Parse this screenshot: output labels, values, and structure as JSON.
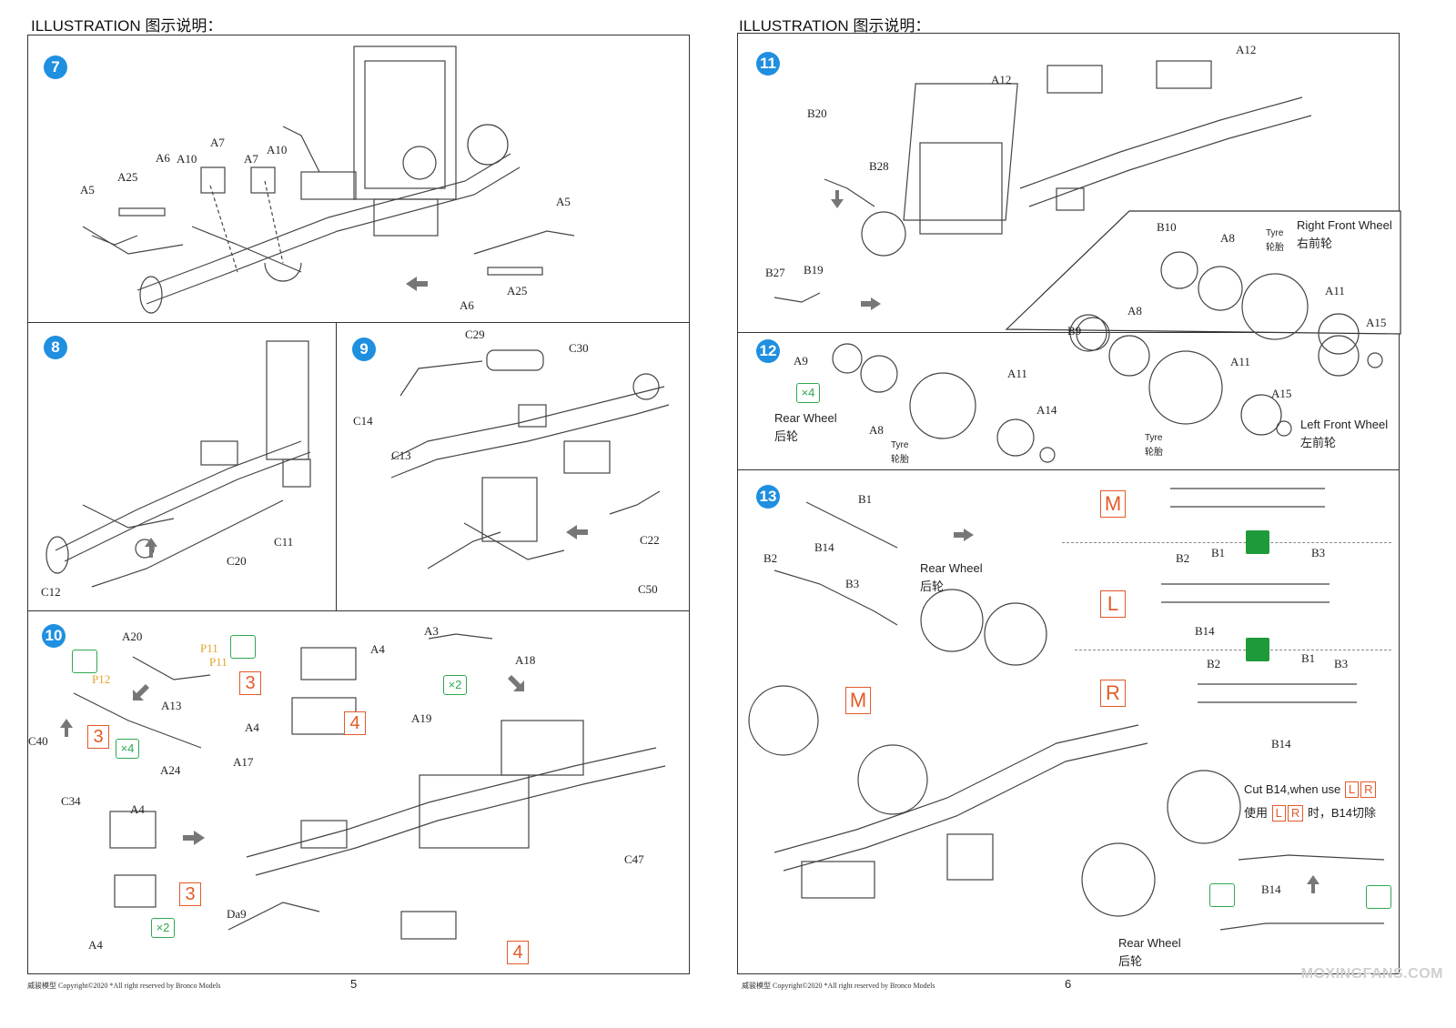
{
  "left_page": {
    "header": "ILLUSTRATION 图示说明：",
    "page_number": "5",
    "footer": "威骏模型  Copyright©2020  *All right reserved by Bronco Models",
    "step7": {
      "number": "7",
      "labels": [
        "A7",
        "A10",
        "A6",
        "A10",
        "A7",
        "A25",
        "A5",
        "A5",
        "A6",
        "A25"
      ]
    },
    "step8": {
      "number": "8",
      "labels": [
        "C11",
        "C20",
        "C12"
      ]
    },
    "step9": {
      "number": "9",
      "labels": [
        "C29",
        "C30",
        "C14",
        "C13",
        "C22",
        "C50"
      ]
    },
    "step10": {
      "number": "10",
      "labels": [
        "A20",
        "P11",
        "P11",
        "P12",
        "A13",
        "A4",
        "A3",
        "A18",
        "A4",
        "A19",
        "C40",
        "A24",
        "A17",
        "C34",
        "A4",
        "A4",
        "C47",
        "Da9"
      ],
      "badges_red": [
        "3",
        "4",
        "3",
        "3",
        "4"
      ],
      "badges_green": [
        "×2",
        "×4",
        "×2"
      ]
    }
  },
  "right_page": {
    "header": "ILLUSTRATION 图示说明：",
    "page_number": "6",
    "footer": "威骏模型  Copyright©2020  *All right reserved by Bronco Models",
    "step11": {
      "number": "11",
      "labels": [
        "A12",
        "A12",
        "B20",
        "B28",
        "B27",
        "B19"
      ]
    },
    "front_wheels": {
      "labels": [
        "B10",
        "A8",
        "A11",
        "A15",
        "B9",
        "A8",
        "A11",
        "A15"
      ],
      "tyre": "Tyre",
      "tyre_cn": "轮胎",
      "right_front": "Right Front Wheel",
      "right_front_cn": "右前轮",
      "left_front": "Left Front Wheel",
      "left_front_cn": "左前轮"
    },
    "step12": {
      "number": "12",
      "labels": [
        "A9",
        "A8",
        "A11",
        "A14"
      ],
      "qty": "×4",
      "rear_wheel": "Rear Wheel",
      "rear_wheel_cn": "后轮",
      "tyre": "Tyre",
      "tyre_cn": "轮胎"
    },
    "step13": {
      "number": "13",
      "labels": [
        "B1",
        "B2",
        "B14",
        "B3",
        "B2",
        "B1",
        "B3",
        "B14",
        "B2",
        "B1",
        "B3",
        "B14",
        "B14"
      ],
      "options": [
        "M",
        "L",
        "R",
        "M"
      ],
      "rear_wheel": "Rear Wheel",
      "rear_wheel_cn": "后轮",
      "rear_wheel_2": "Rear Wheel",
      "rear_wheel_2_cn": "后轮",
      "cut_note": "Cut B14,when use",
      "cut_note_cn_pre": "使用",
      "cut_note_cn_mid": "时，B14切除",
      "cut_L": "L",
      "cut_R": "R"
    }
  },
  "watermark": "MOXINGFANS.COM"
}
